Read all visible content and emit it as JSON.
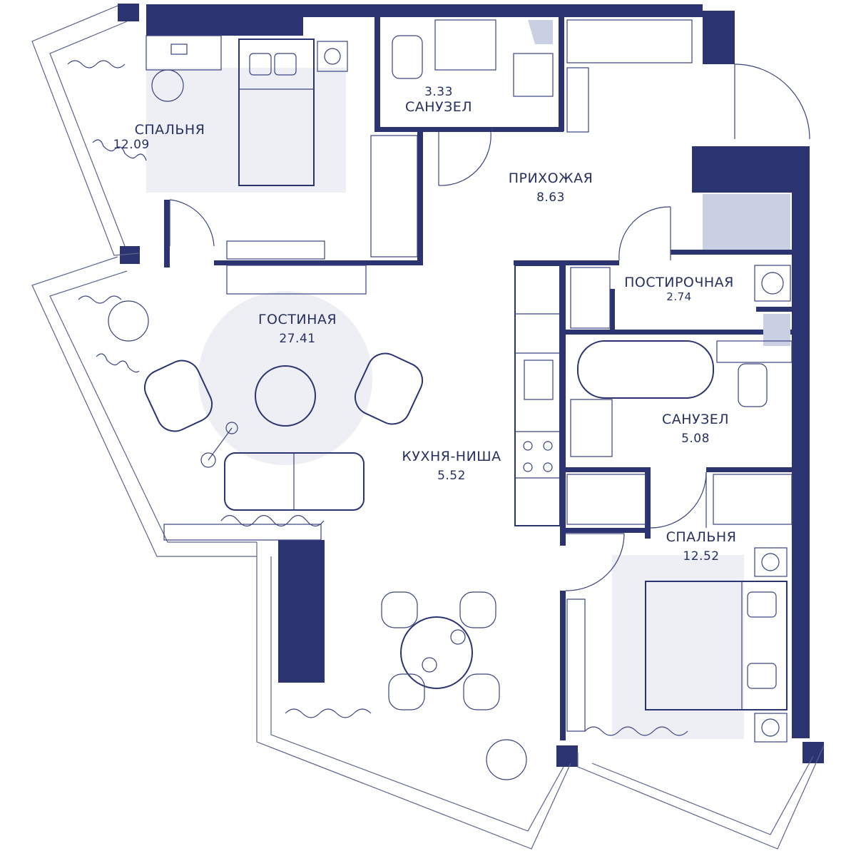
{
  "rooms": {
    "bedroom_1": {
      "name": "СПАЛЬНЯ",
      "area": "12.09"
    },
    "bathroom_1": {
      "name": "САНУЗЕЛ",
      "area": "3.33"
    },
    "hallway": {
      "name": "ПРИХОЖАЯ",
      "area": "8.63"
    },
    "laundry": {
      "name": "ПОСТИРОЧНАЯ",
      "area": "2.74"
    },
    "living": {
      "name": "ГОСТИНАЯ",
      "area": "27.41"
    },
    "kitchen": {
      "name": "КУХНЯ-НИША",
      "area": "5.52"
    },
    "bathroom_2": {
      "name": "САНУЗЕЛ",
      "area": "5.08"
    },
    "bedroom_2": {
      "name": "СПАЛЬНЯ",
      "area": "12.52"
    }
  },
  "colors": {
    "wall": "#2b3470",
    "text": "#27305f",
    "rug": "#e6e8f1"
  }
}
